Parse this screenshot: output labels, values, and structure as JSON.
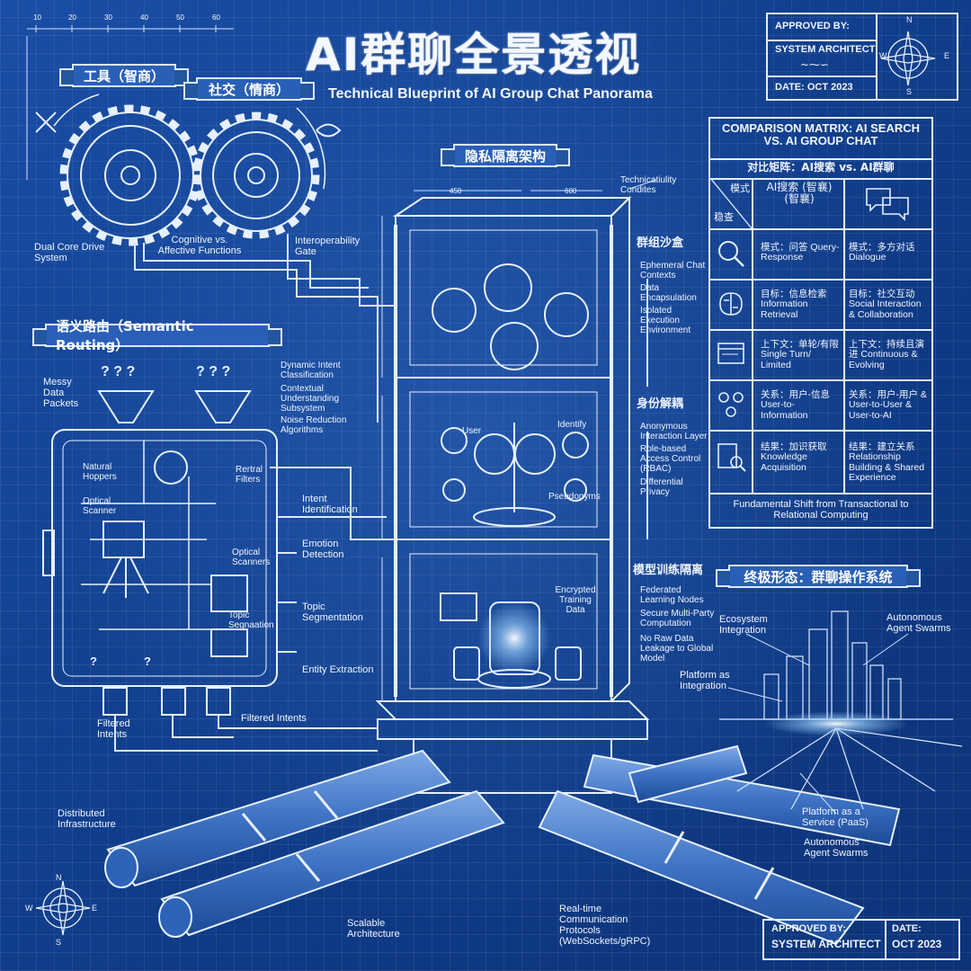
{
  "title": "AI群聊全景透视",
  "subtitle": "Technical Blueprint of AI Group Chat Panorama",
  "approval_top": {
    "approved_label": "APPROVED BY:",
    "approver": "SYSTEM ARCHITECT",
    "date": "DATE: OCT 2023"
  },
  "approval_bottom": {
    "approved_label": "APPROVED BY:",
    "approver": "SYSTEM ARCHITECT",
    "date_label": "DATE:",
    "date": "OCT 2023"
  },
  "gears": {
    "tool_banner": "工具（智商）",
    "social_banner": "社交（情商）",
    "labels": [
      "Dual Core Drive System",
      "Cognitive vs. Affective Functions",
      "Interoperability Gate"
    ]
  },
  "semantic": {
    "banner": "语义路由（Semantic Routing）",
    "messy": "Messy Data Packets",
    "features": [
      "Dynamic Intent Classification",
      "Contextual Understanding Subsystem",
      "Noise Reduction Algorithms"
    ],
    "inner": [
      "Natural Hoppers",
      "Rertral Filters",
      "Optical Scanner",
      "Optical Scanners",
      "Topic Segnaation"
    ],
    "outputs": [
      "Intent Identification",
      "Emotion Detection",
      "Topic Segmentation",
      "Entity Extraction"
    ],
    "filtered_left": "Filtered Intents",
    "filtered_bottom": "Filtered Intents"
  },
  "privacy": {
    "banner": "隐私隔离架构",
    "tech_note": "Technicatiulity Condites",
    "dims": [
      "450",
      "600"
    ],
    "sandbox": {
      "title": "群组沙盒",
      "items": [
        "Ephemeral Chat Contexts",
        "Data Encapsulation",
        "Isolated Execution Environment"
      ]
    },
    "identity": {
      "title": "身份解耦",
      "items": [
        "Anonymous Interaction Layer",
        "Role-based Access Control (RBAC)",
        "Differential Privacy"
      ],
      "user": "User",
      "identify": "Identify",
      "pseudonyms": "Pseudonyms"
    },
    "model": {
      "title": "模型训练隔离",
      "items": [
        "Federated Learning Nodes",
        "Secure Multi-Party Computation",
        "No Raw Data Leakage to Global Model"
      ],
      "encrypted": "Encrypted Training Data"
    }
  },
  "matrix": {
    "title_en": "COMPARISON MATRIX: AI SEARCH VS. AI GROUP CHAT",
    "title_cn": "对比矩阵：AI搜索 vs. AI群聊",
    "header_mode": "模式",
    "header_dim": "稳查",
    "col1_title": "AI搜索 (智襄) (智襄)",
    "rows": [
      {
        "left": "模式：问答 Query-Response",
        "right": "模式：多方对话 Dialogue"
      },
      {
        "left": "目标：信息检索 Information Retrieval",
        "right": "目标：社交互动 Social Interaction & Collaboration"
      },
      {
        "left": "上下文：单轮/有限 Single Turn/ Limited",
        "right": "上下文：持续且演进 Continuous & Evolving"
      },
      {
        "left": "关系：用户-信息 User-to- Information",
        "right": "关系：用户-用户 & User-to-User & User-to-AI"
      },
      {
        "left": "结果：加识获取 Knowledge Acquisition",
        "right": "结果：建立关系 Relationship Building & Shared Experience"
      }
    ],
    "footer": "Fundamental Shift from Transactional to Relational Computing"
  },
  "ultimate": {
    "banner": "终极形态：群聊操作系统",
    "labels": [
      "Ecosystem Integration",
      "Autonomous Agent Swarms",
      "Platform as Integration",
      "Platform as a Service (PaaS)",
      "Autonomous Agent Swarms"
    ]
  },
  "infra": {
    "labels": [
      "Distributed Infrastructure",
      "Scalable Architecture",
      "Real-time Communication Protocols (WebSockets/gRPC)"
    ]
  },
  "ruler": [
    "10",
    "20",
    "30",
    "40",
    "50",
    "60"
  ],
  "compass": [
    "N",
    "E",
    "S",
    "W"
  ],
  "colors": {
    "background": "#123f8c",
    "line": "#e3eeff",
    "glow": "#9fd3ff"
  }
}
